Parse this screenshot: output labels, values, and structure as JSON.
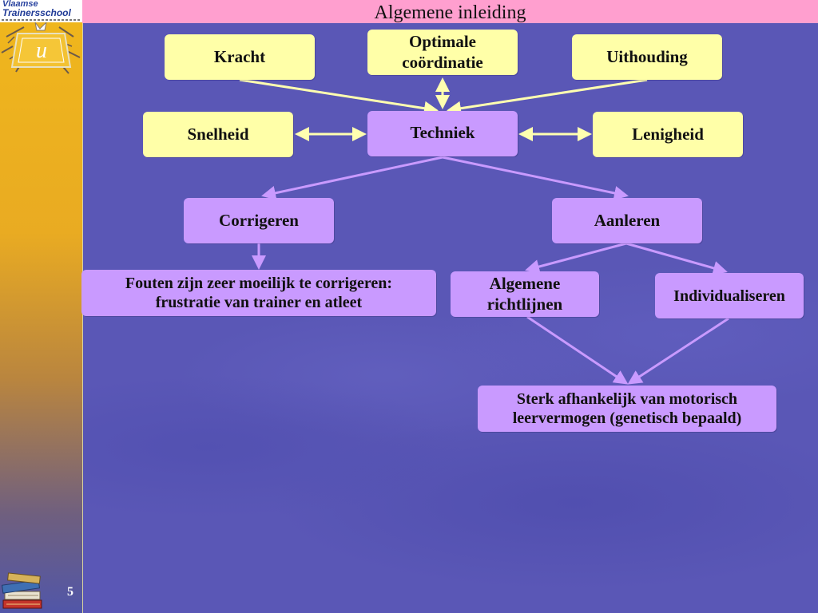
{
  "slide": {
    "title": "Algemene inleiding",
    "number": "5"
  },
  "logo": {
    "line1": "Vlaamse",
    "line2": "Trainersschool",
    "emblem_letter": "u",
    "emblem_icon": "school-emblem-icon",
    "books_icon": "book-stack-icon"
  },
  "colors": {
    "background": "#5a57b6",
    "title_bar": "#ff9fcf",
    "yellow_box": "#ffffa8",
    "lilac_box": "#c99aff",
    "yellow_arrow": "#ffffb0",
    "lilac_arrow": "#c99aff"
  },
  "diagram": {
    "nodes": {
      "kracht": "Kracht",
      "optimale": [
        "Optimale",
        "coördinatie"
      ],
      "uithouding": "Uithouding",
      "snelheid": "Snelheid",
      "techniek": "Techniek",
      "lenigheid": "Lenigheid",
      "corrigeren": "Corrigeren",
      "aanleren": "Aanleren",
      "fouten": [
        "Fouten zijn zeer moeilijk te corrigeren:",
        "frustratie van trainer en atleet"
      ],
      "algemene": [
        "Algemene",
        "richtlijnen"
      ],
      "individualiseren": "Individualiseren",
      "sterk": [
        "Sterk afhankelijk van motorisch",
        "leervermogen (genetisch bepaald)"
      ]
    },
    "edges": [
      {
        "from": "kracht",
        "to": "techniek",
        "style": "arrow-to"
      },
      {
        "from": "optimale",
        "to": "techniek",
        "style": "double"
      },
      {
        "from": "uithouding",
        "to": "techniek",
        "style": "arrow-to"
      },
      {
        "from": "snelheid",
        "to": "techniek",
        "style": "double"
      },
      {
        "from": "techniek",
        "to": "lenigheid",
        "style": "double"
      },
      {
        "from": "techniek",
        "to": "corrigeren",
        "style": "arrow-to"
      },
      {
        "from": "techniek",
        "to": "aanleren",
        "style": "arrow-to"
      },
      {
        "from": "corrigeren",
        "to": "fouten",
        "style": "arrow-to"
      },
      {
        "from": "aanleren",
        "to": "algemene",
        "style": "arrow-to"
      },
      {
        "from": "aanleren",
        "to": "individualiseren",
        "style": "arrow-to"
      },
      {
        "from": "algemene",
        "to": "sterk",
        "style": "arrow-to"
      },
      {
        "from": "individualiseren",
        "to": "sterk",
        "style": "arrow-to"
      }
    ]
  }
}
